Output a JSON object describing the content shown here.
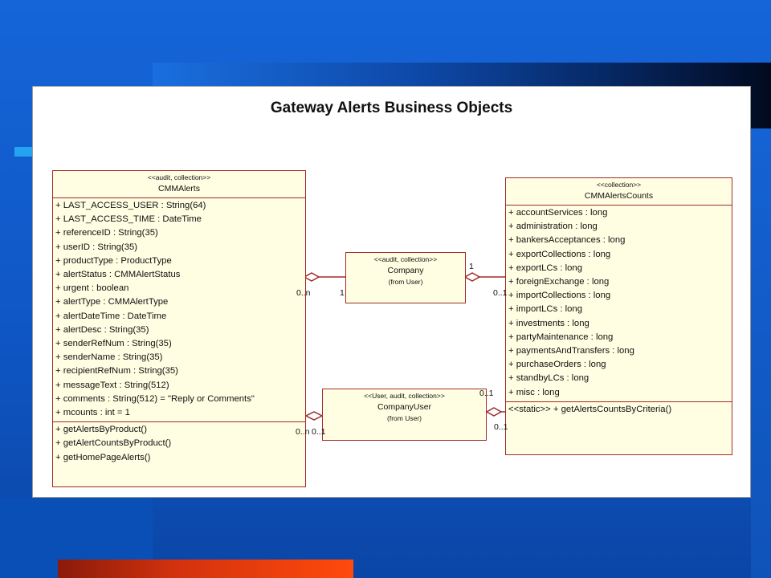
{
  "diagram": {
    "title": "Gateway Alerts Business Objects",
    "classes": {
      "cmalerts": {
        "stereotype": "<<audit, collection>>",
        "name": "CMMAlerts",
        "attributes": [
          "+ LAST_ACCESS_USER : String(64)",
          "+ LAST_ACCESS_TIME : DateTime",
          "+ referenceID : String(35)",
          "+ userID : String(35)",
          "+ productType : ProductType",
          "+ alertStatus : CMMAlertStatus",
          "+ urgent : boolean",
          "+ alertType : CMMAlertType",
          "+ alertDateTime : DateTime",
          "+ alertDesc : String(35)",
          "+ senderRefNum : String(35)",
          "+ senderName : String(35)",
          "+ recipientRefNum : String(35)",
          "+ messageText : String(512)",
          "+ comments : String(512) = \"Reply or Comments\"",
          "+ mcounts : int = 1"
        ],
        "operations": [
          "+ getAlertsByProduct()",
          "+ getAlertCountsByProduct()",
          "+ getHomePageAlerts()"
        ]
      },
      "company": {
        "stereotype": "<<audit, collection>>",
        "name": "Company",
        "from": "(from User)"
      },
      "companyuser": {
        "stereotype": "<<User, audit, collection>>",
        "name": "CompanyUser",
        "from": "(from User)"
      },
      "cmalertcounts": {
        "stereotype": "<<collection>>",
        "name": "CMMAlertsCounts",
        "attributes": [
          "+ accountServices : long",
          "+ administration : long",
          "+ bankersAcceptances : long",
          "+ exportCollections : long",
          "+ exportLCs : long",
          "+ foreignExchange : long",
          "+ importCollections : long",
          "+ importLCs : long",
          "+ investments : long",
          "+ partyMaintenance : long",
          "+ paymentsAndTransfers : long",
          "+ purchaseOrders : long",
          "+ standbyLCs : long",
          "+ misc : long"
        ],
        "operations": [
          "<<static>> + getAlertsCountsByCriteria()"
        ]
      }
    },
    "multiplicities": {
      "alerts_company_left": "0..n",
      "alerts_company_right": "1",
      "company_counts_left": "1",
      "company_counts_right": "0..1",
      "alerts_user_left": "0..n",
      "alerts_user_right": "0..1",
      "user_counts_left": "0..1",
      "user_counts_right": "0..1"
    }
  }
}
